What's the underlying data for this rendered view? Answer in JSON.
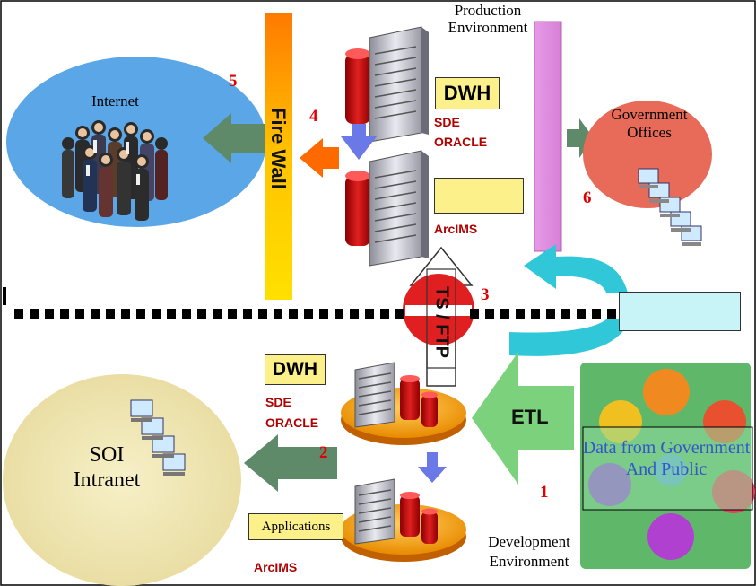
{
  "zones": {
    "production": "Production Environment",
    "development": "Development Environment"
  },
  "nodes": {
    "internet": "Internet",
    "firewall": "Fire Wall",
    "government_offices": "Government Offices",
    "soi_intranet": "SOI Intranet",
    "data_source": "Data from Government And Public"
  },
  "production_server": {
    "dwh": "DWH",
    "sde": "SDE",
    "oracle": "ORACLE",
    "arcims": "ArcIMS"
  },
  "development_server": {
    "dwh": "DWH",
    "sde": "SDE",
    "oracle": "ORACLE",
    "applications": "Applications",
    "arcims": "ArcIMS"
  },
  "transfer": {
    "label": "TS / FTP",
    "etl": "ETL"
  },
  "steps": [
    "1",
    "2",
    "3",
    "4",
    "5",
    "6"
  ],
  "colors": {
    "internet_oval": "#5aa6e6",
    "intranet_oval": "#f1e7ac",
    "gov_oval": "#e86a58",
    "firewall_top": "#ff7a00",
    "firewall_bottom": "#ffe000",
    "data_panel": "#5fb86a",
    "step_numbers": "#e00000",
    "blue_text": "#3355cc"
  }
}
